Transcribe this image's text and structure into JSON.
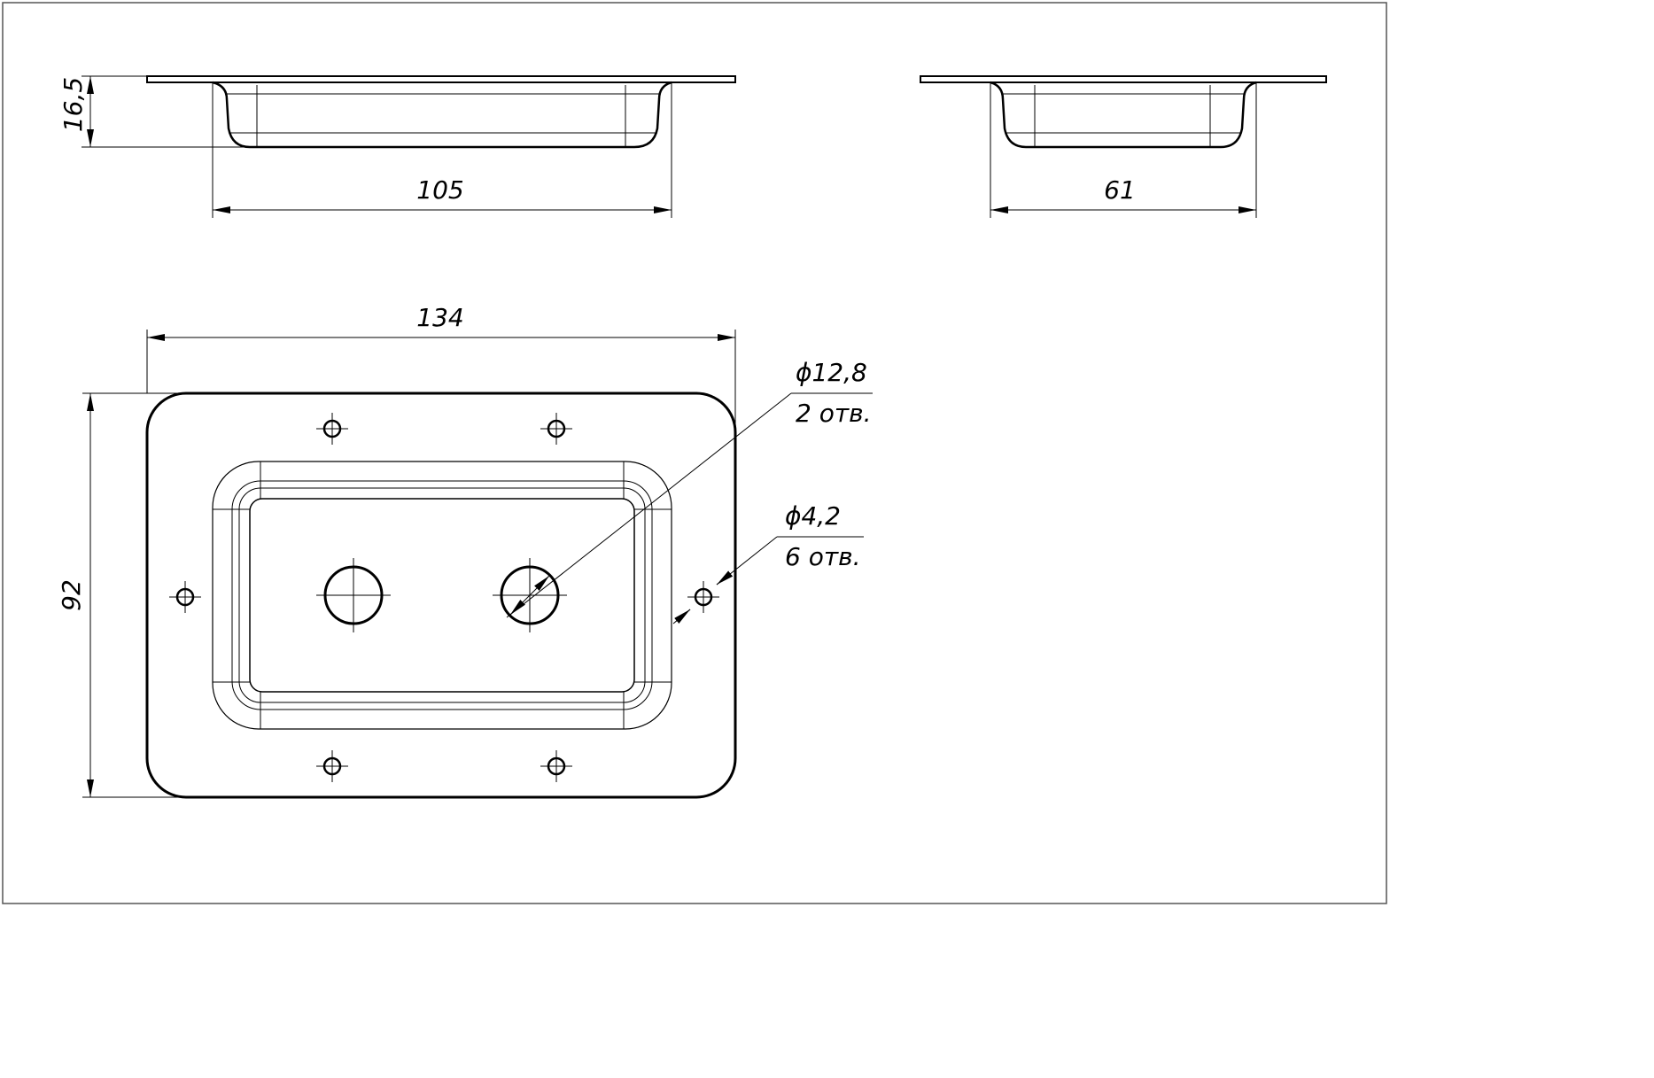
{
  "side_view_length": {
    "height_dim": "16,5",
    "width_dim": "105"
  },
  "side_view_width": {
    "width_dim": "61"
  },
  "top_view": {
    "overall_width_dim": "134",
    "overall_height_dim": "92",
    "large_hole": {
      "diameter": "ϕ12,8",
      "count": "2 отв."
    },
    "small_hole": {
      "diameter": "ϕ4,2",
      "count": "6 отв."
    }
  }
}
